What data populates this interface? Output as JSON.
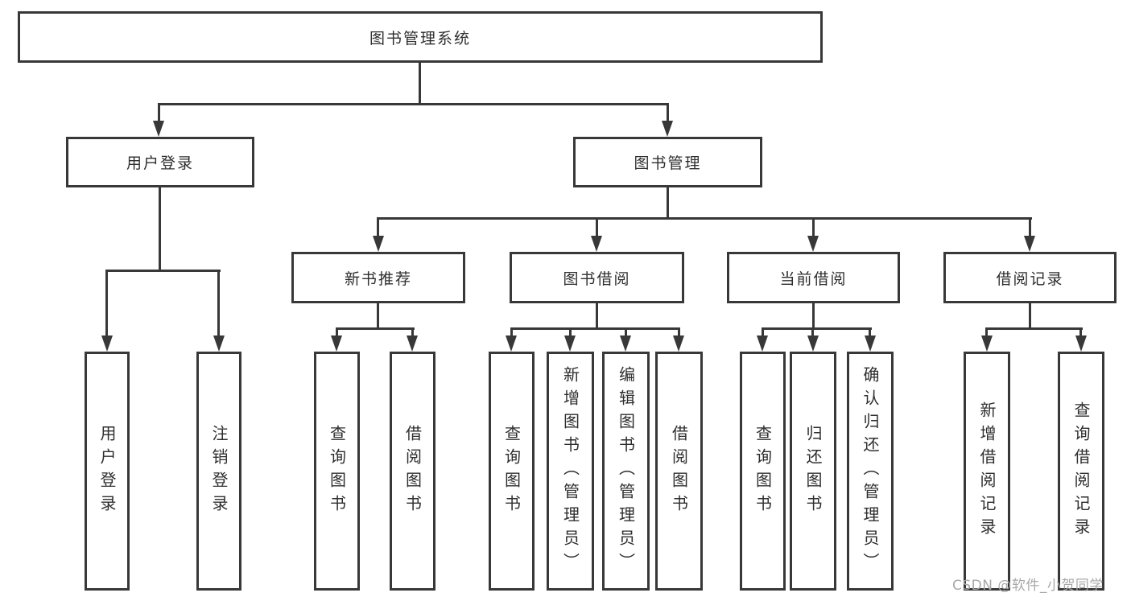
{
  "diagram": {
    "root": {
      "label": "图书管理系统"
    },
    "branches": [
      {
        "label": "用户登录",
        "children": [
          {
            "label": "用户登录"
          },
          {
            "label": "注销登录"
          }
        ]
      },
      {
        "label": "图书管理",
        "children": [
          {
            "label": "新书推荐",
            "children": [
              {
                "label": "查询图书"
              },
              {
                "label": "借阅图书"
              }
            ]
          },
          {
            "label": "图书借阅",
            "children": [
              {
                "label": "查询图书"
              },
              {
                "label": "新增图书（管理员）"
              },
              {
                "label": "编辑图书（管理员）"
              },
              {
                "label": "借阅图书"
              }
            ]
          },
          {
            "label": "当前借阅",
            "children": [
              {
                "label": "查询图书"
              },
              {
                "label": "归还图书"
              },
              {
                "label": "确认归还（管理员）"
              }
            ]
          },
          {
            "label": "借阅记录",
            "children": [
              {
                "label": "新增借阅记录"
              },
              {
                "label": "查询借阅记录"
              }
            ]
          }
        ]
      }
    ]
  },
  "watermark": {
    "text": "CSDN @软件_小贺同学"
  },
  "colors": {
    "line": "#383838",
    "text": "#2e2e2e",
    "watermark": "#a8a8a8",
    "background": "#ffffff"
  }
}
